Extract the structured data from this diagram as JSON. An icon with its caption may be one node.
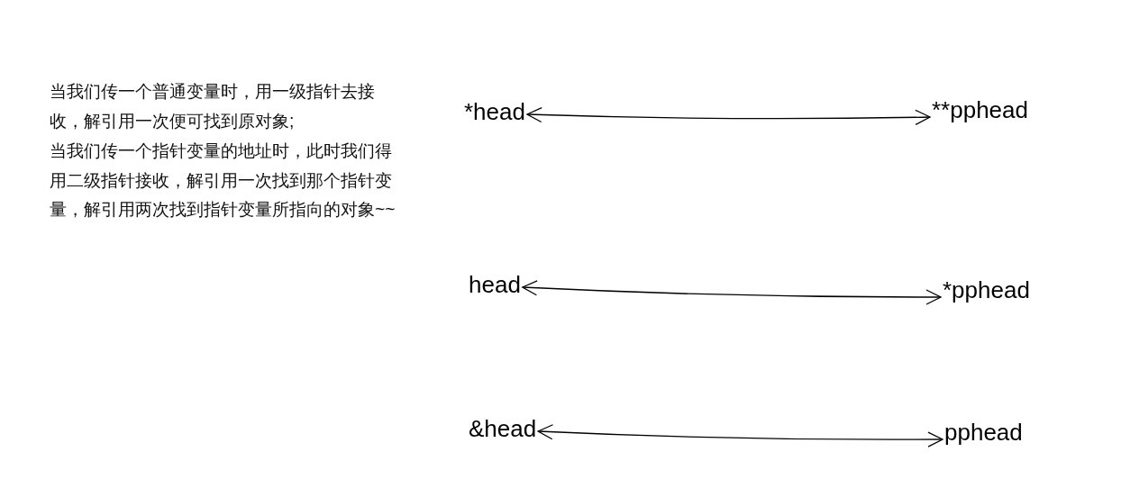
{
  "diagram": {
    "nodes": [
      {
        "text": [
          "*head"
        ]
      },
      {
        "text": [
          "**pphead"
        ]
      },
      {
        "text": [
          "head"
        ]
      },
      {
        "text": [
          "*pphead"
        ]
      },
      {
        "text": [
          "&head"
        ]
      },
      {
        "text": [
          "pphead"
        ]
      }
    ],
    "edges": [
      {
        "from": 0,
        "to": 1,
        "arrow": "both"
      },
      {
        "from": 2,
        "to": 3,
        "arrow": "both"
      },
      {
        "from": 4,
        "to": 5,
        "arrow": "both"
      }
    ],
    "labels": [
      "当我们传一个普通变量时，用一级指针去接收，解引用一次便可找到原对象;",
      "当我们传一个指针变量的地址时，此时我们得用二级指针接收，解引用一次找到那个指针变量，解引用两次找到指针变量所指向的对象~~"
    ]
  }
}
